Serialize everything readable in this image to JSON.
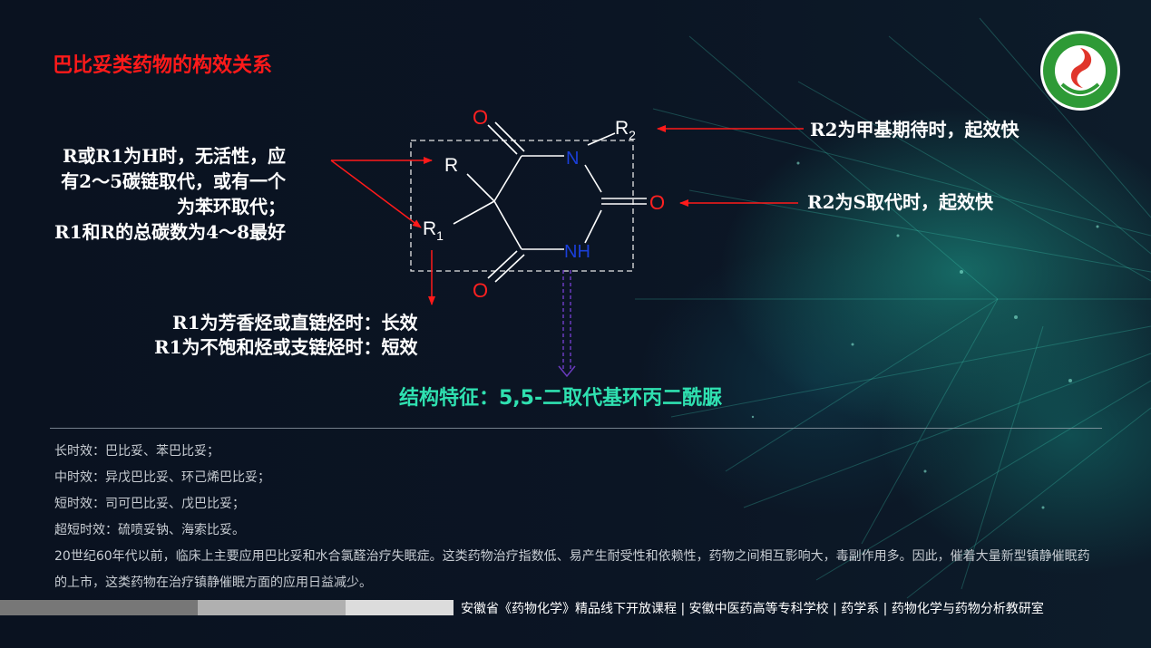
{
  "title": "巴比妥类药物的构效关系",
  "logo": {
    "icon": "school-emblem-icon",
    "ring_color": "#2e9a36",
    "center_color": "#e0352b"
  },
  "molecule": {
    "labels": {
      "o_top": "O",
      "o_right": "O",
      "o_bottom": "O",
      "n_top": "N",
      "nh": "NH",
      "r": "R",
      "r1": "R",
      "r1_sub": "1",
      "r2": "R",
      "r2_sub": "2"
    },
    "colors": {
      "oxygen": "#ff2020",
      "nitrogen": "#1a3fd9",
      "bond": "#ffffff",
      "arrow": "#ff1a1a",
      "dashed_arrow": "#6a3bbf"
    }
  },
  "annotations": {
    "left_note": [
      "R或R1为H时，无活性，应",
      "有2～5碳链取代，或有一个",
      "为苯环取代；",
      "R1和R的总碳数为4～8最好"
    ],
    "r2_methyl": "R2为甲基期待时，起效快",
    "r2_s": "R2为S取代时，起效快",
    "r1_notes": [
      "R1为芳香烃或直链烃时：长效",
      "R1为不饱和烃或支链烃时：短效"
    ],
    "feature": "结构特征：5,5-二取代基环丙二酰脲"
  },
  "notes": {
    "lines": [
      "长时效：巴比妥、苯巴比妥；",
      "中时效：异戊巴比妥、环己烯巴比妥；",
      "短时效：司可巴比妥、戊巴比妥；",
      "超短时效：硫喷妥钠、海索比妥。"
    ],
    "paragraph": "20世纪60年代以前，临床上主要应用巴比妥和水合氯醛治疗失眠症。这类药物治疗指数低、易产生耐受性和依赖性，药物之间相互影响大，毒副作用多。因此，催着大量新型镇静催眠药的上市，这类药物在治疗镇静催眠方面的应用日益减少。"
  },
  "footer": {
    "text": "安徽省《药物化学》精品线下开放课程 | 安徽中医药高等专科学校 | 药学系 | 药物化学与药物分析教研室",
    "bar_colors": [
      "#777777",
      "#b0b0b0",
      "#dcdcdc"
    ]
  }
}
